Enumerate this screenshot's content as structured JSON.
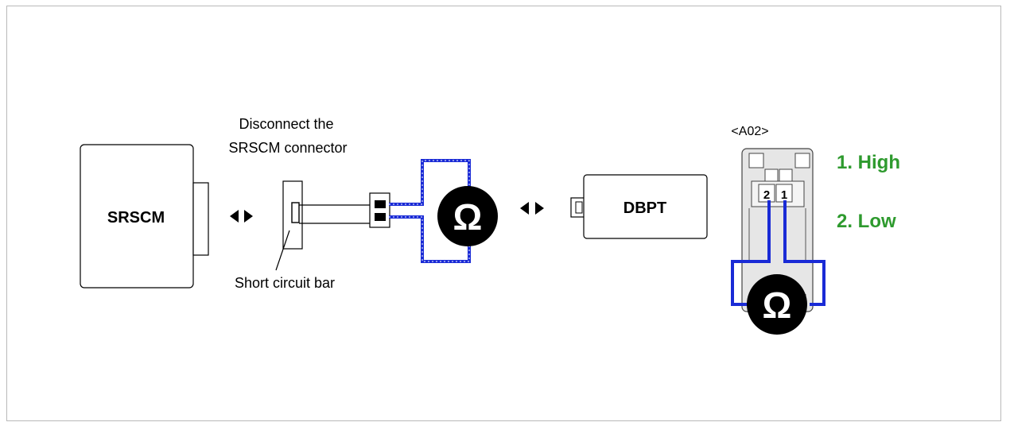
{
  "labels": {
    "disconnect_line1": "Disconnect the",
    "disconnect_line2": "SRSCM connector",
    "short_bar": "Short circuit bar",
    "srscm": "SRSCM",
    "dbpt": "DBPT",
    "connector_id": "<A02>",
    "step_high": "1. High",
    "step_low": "2. Low",
    "pin_2": "2",
    "pin_1": "1",
    "ohm_symbol": "Ω"
  },
  "colors": {
    "wire": "#1a2bd6",
    "step_text": "#2e9a2e",
    "meter_fill": "#000000",
    "connector_fill": "#e6e6e6"
  },
  "icons": {
    "meter": "ohmmeter-icon",
    "arrow": "double-arrow-icon"
  }
}
